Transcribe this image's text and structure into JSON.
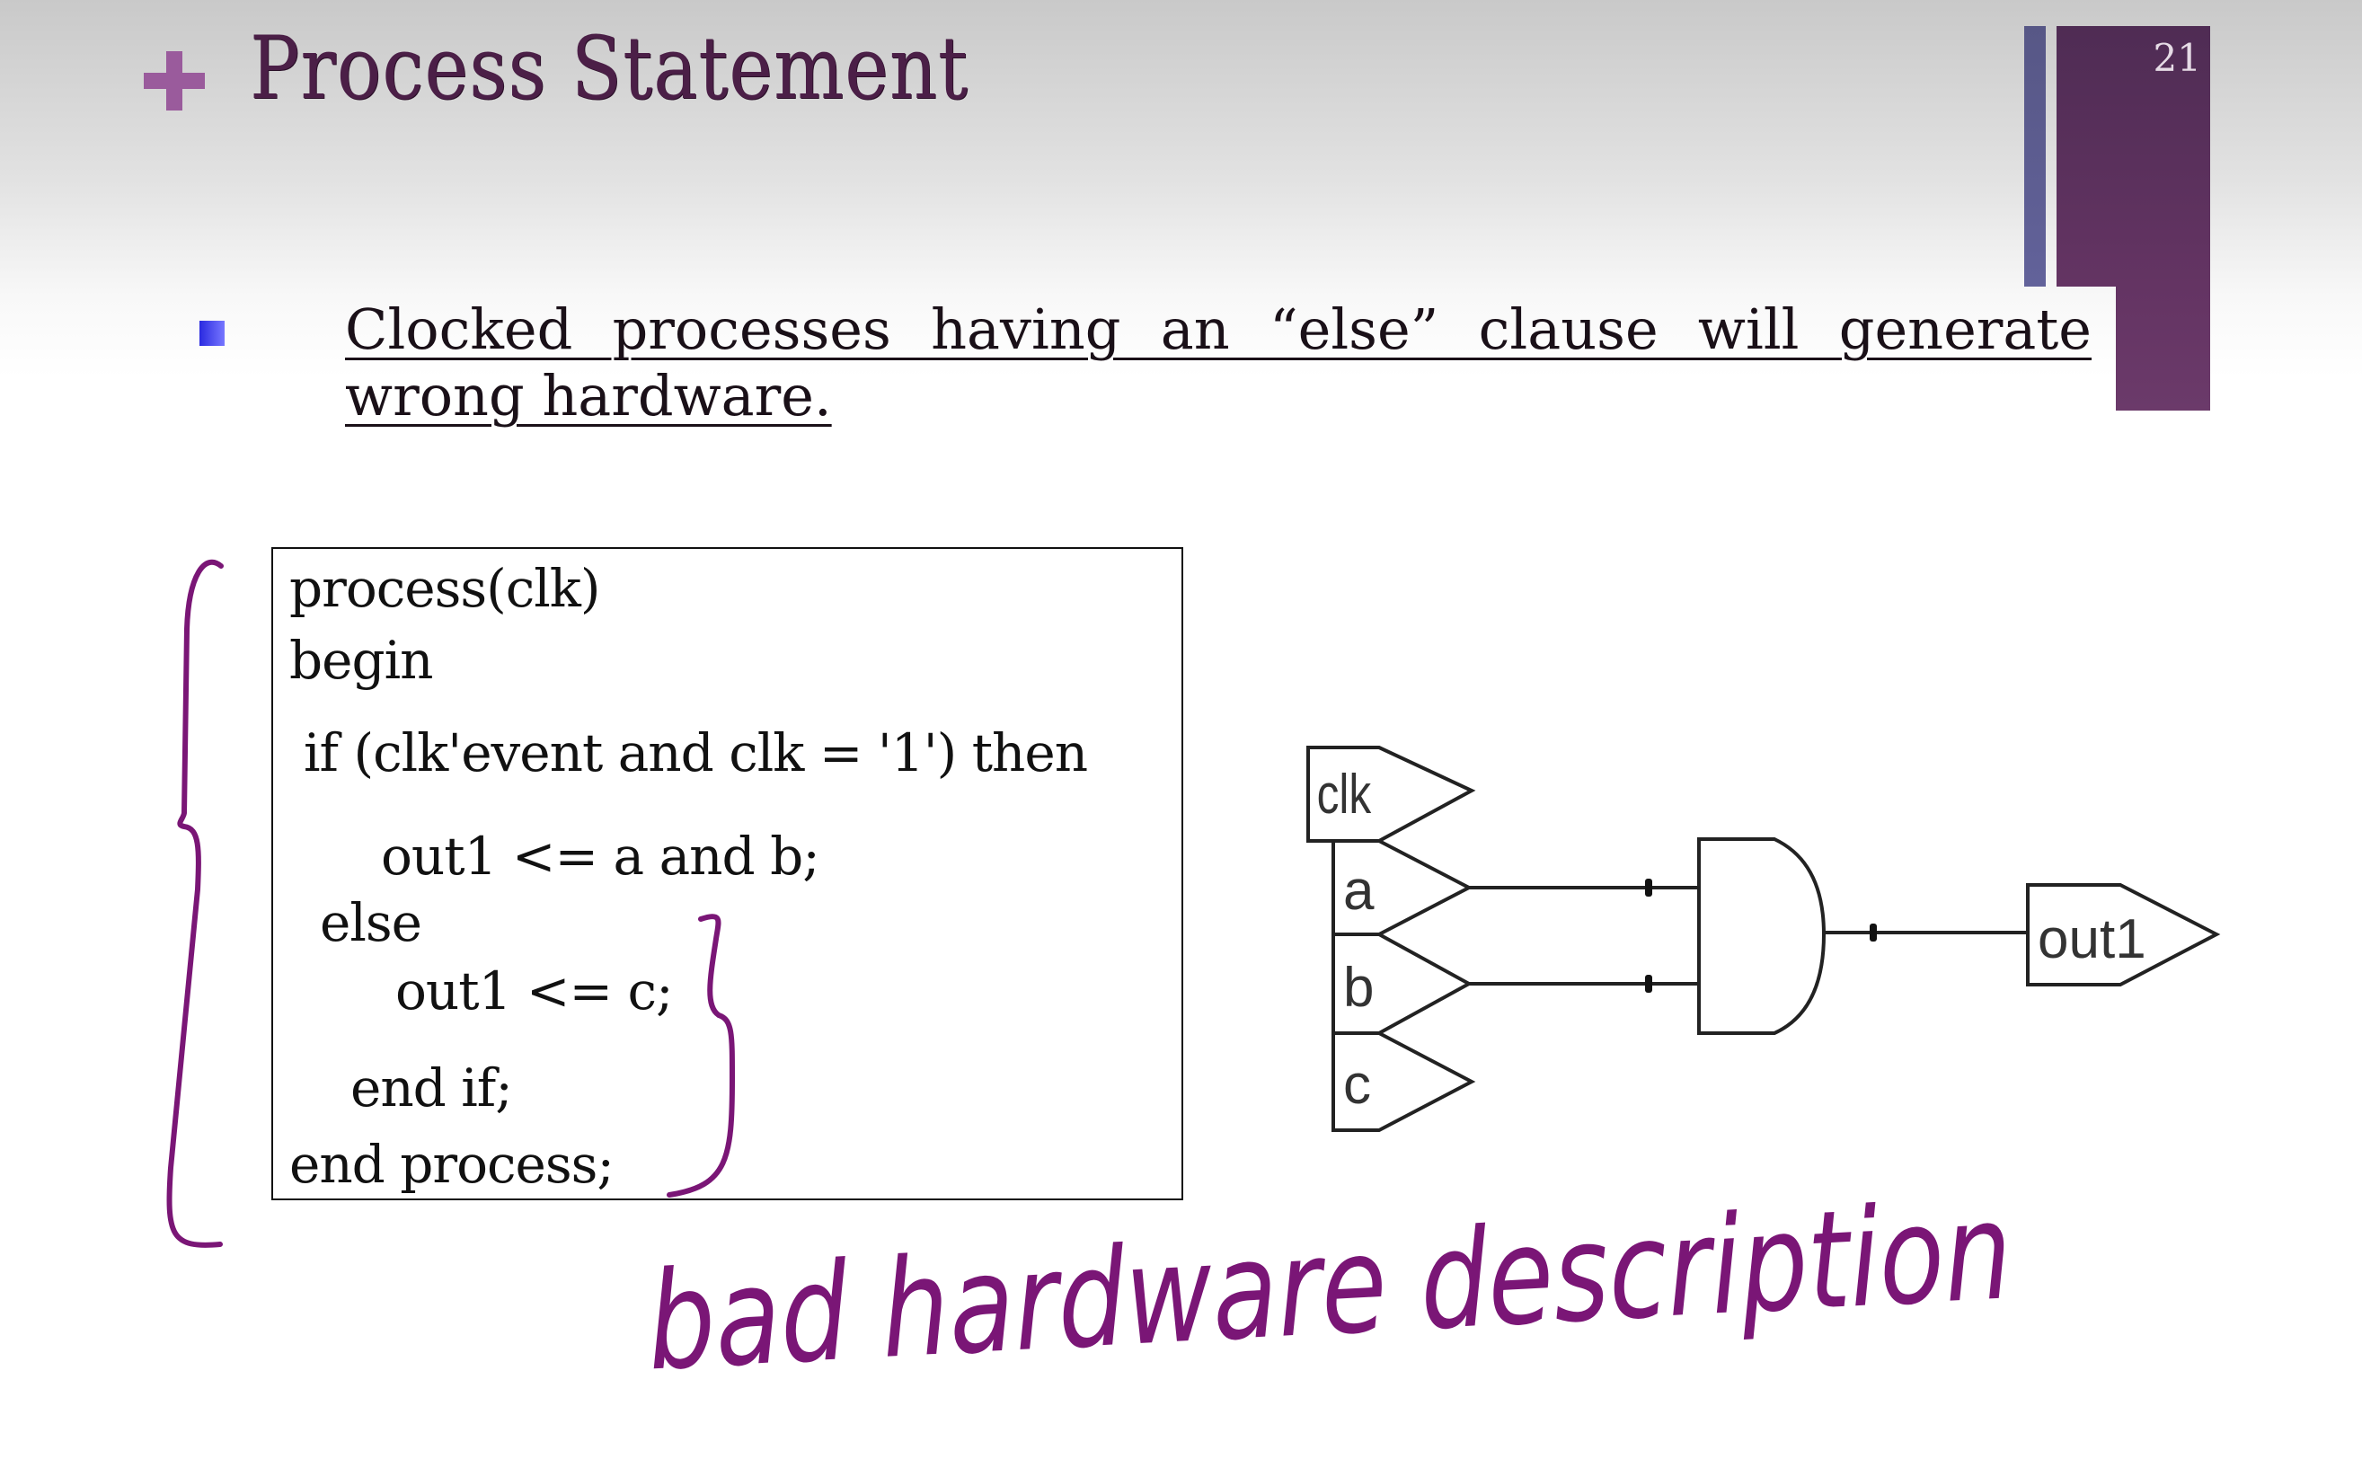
{
  "slide": {
    "title": "Process Statement",
    "title_icon": "plus-icon",
    "slide_number": "21",
    "colors": {
      "title": "#4b1f47",
      "accent_purple": "#5c3160",
      "accent_blue": "#5c5c90",
      "bullet": "#3a3aee",
      "ink": "#7a1676"
    }
  },
  "bullet": {
    "marker_icon": "square-bullet-icon",
    "text": "Clocked processes having an “else” clause will generate wrong hardware."
  },
  "code": {
    "lines": [
      "process(clk)",
      "begin",
      "if (clk'event and clk = '1')  then",
      "out1 <= a and b;",
      "else",
      "out1 <= c;",
      "end if;",
      "end process;"
    ]
  },
  "circuit": {
    "inputs": [
      "clk",
      "a",
      "b",
      "c"
    ],
    "gate": "AND",
    "output": "out1"
  },
  "annotation": {
    "handwritten_text": "bad hardware description"
  }
}
